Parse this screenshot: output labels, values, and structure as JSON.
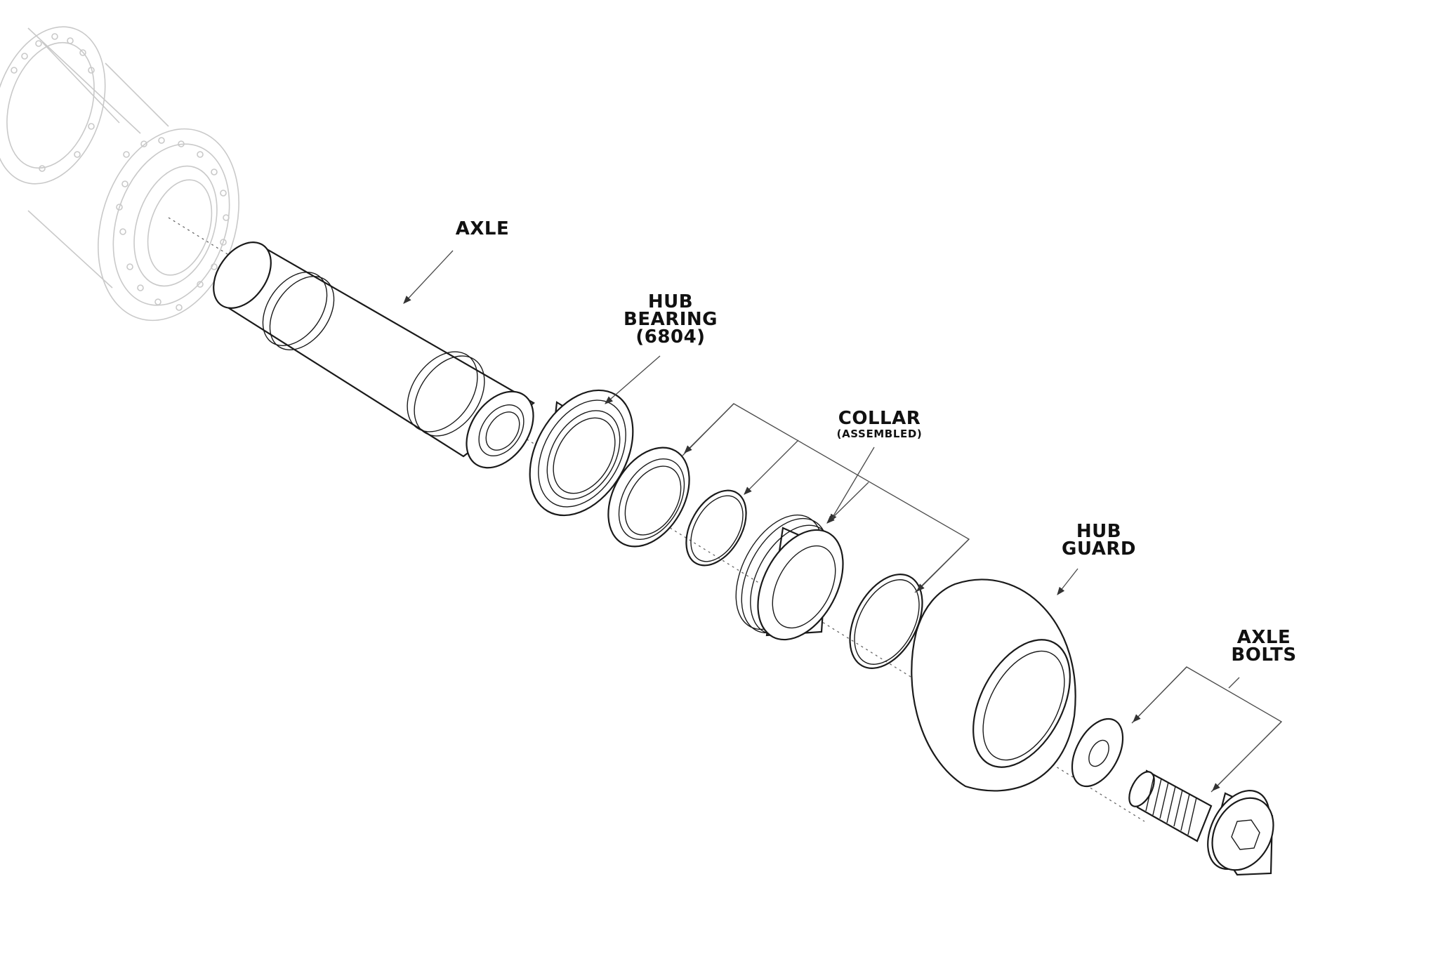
{
  "labels": {
    "axle": "AXLE",
    "hub_bearing": [
      "HUB",
      "BEARING",
      "(6804)"
    ],
    "collar": "COLLAR",
    "collar_sub": "(ASSEMBLED)",
    "hub_guard": [
      "HUB",
      "GUARD"
    ],
    "axle_bolts": [
      "AXLE",
      "BOLTS"
    ]
  }
}
